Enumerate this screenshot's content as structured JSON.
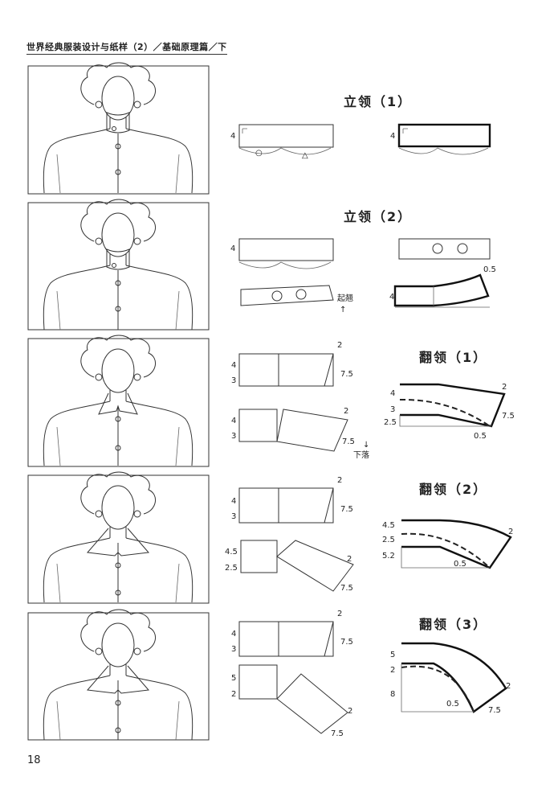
{
  "header": "世界经典服装设计与纸样（2）／基础原理篇／下",
  "page_number": "18",
  "sections": [
    {
      "title": "立领（1）",
      "labels": {
        "h": "4",
        "circle": "○",
        "triangle": "△"
      }
    },
    {
      "title": "立领（2）",
      "labels": {
        "h": "4",
        "rise": "起翘",
        "offset": "0.5",
        "arrow": "↑"
      }
    },
    {
      "title": "翻领（1）",
      "labels": {
        "a": "4",
        "b": "3",
        "c": "2",
        "d": "7.5",
        "e": "2.5",
        "f": "0.5",
        "drop": "下落",
        "arrow": "↓"
      }
    },
    {
      "title": "翻领（2）",
      "labels": {
        "a": "4",
        "b": "3",
        "c": "2",
        "d": "7.5",
        "e": "4.5",
        "f": "2.5",
        "g": "5.2",
        "h": "0.5"
      }
    },
    {
      "title": "翻领（3）",
      "labels": {
        "a": "4",
        "b": "3",
        "c": "2",
        "d": "7.5",
        "e": "5",
        "f": "8",
        "g": "0.5"
      }
    }
  ]
}
